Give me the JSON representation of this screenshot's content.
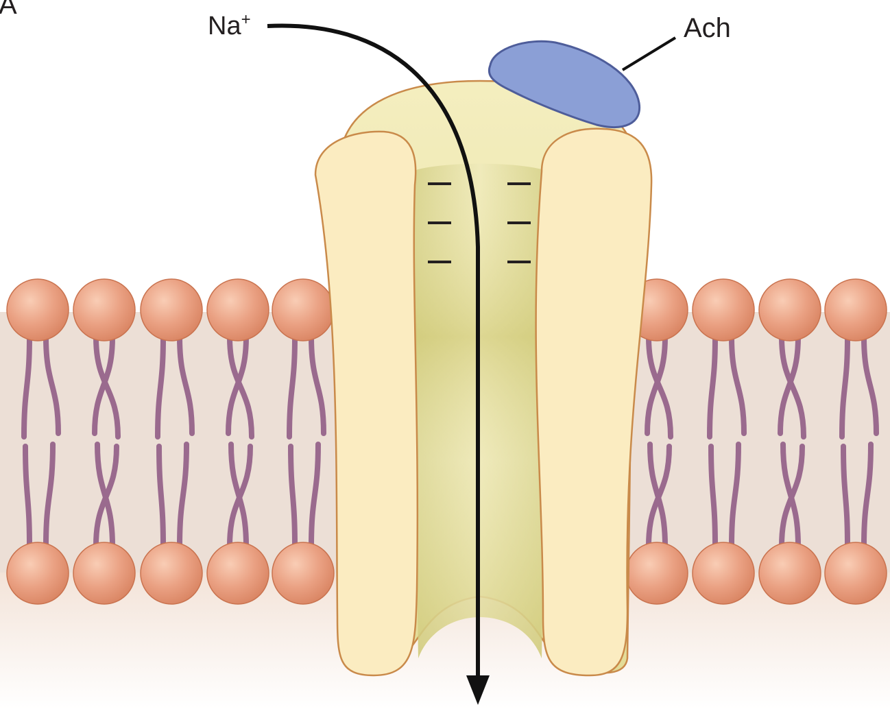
{
  "figure": {
    "panel_label": "A",
    "ion_label": "Na",
    "ion_charge": "+",
    "ligand_label": "Ach",
    "charge_symbol": "–"
  },
  "colors": {
    "background": "#ffffff",
    "membrane_fill": "#ecdfd6",
    "phospholipid_head": "#e59a7c",
    "phospholipid_head_outline": "#c9734f",
    "lipid_tail": "#9a6a8e",
    "channel_subunit_fill": "#fbecc1",
    "channel_pore_fill": "#d8d48e",
    "channel_outline": "#c98a4a",
    "ligand_fill": "#8b9fd6",
    "ligand_outline": "#4e5d9a",
    "arrow": "#111111"
  },
  "icons": {
    "ion_flow": "arrow-down-icon",
    "lipid": "phospholipid-icon"
  }
}
